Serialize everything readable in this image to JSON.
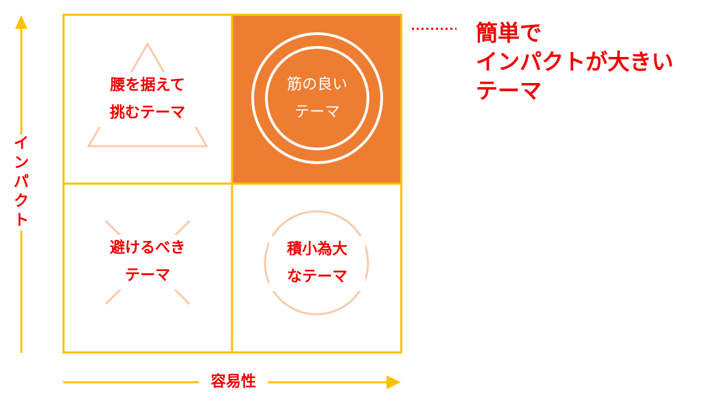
{
  "colors": {
    "grid_border": "#ffc000",
    "highlight_fill": "#ed7d31",
    "text_red": "#f00000",
    "shape_stroke": "#f8cbad",
    "white": "#ffffff"
  },
  "axes": {
    "y_label": [
      "イ",
      "ン",
      "パ",
      "ク",
      "ト"
    ],
    "x_label": "容易性"
  },
  "quadrants": {
    "top_left": {
      "lines": [
        "腰を据えて",
        "挑むテーマ"
      ],
      "shape": "triangle-icon"
    },
    "top_right": {
      "lines": [
        "筋の良い",
        "テーマ"
      ],
      "shape": "double-circle-icon",
      "highlighted": true
    },
    "bottom_left": {
      "lines": [
        "避けるべき",
        "テーマ"
      ],
      "shape": "cross-icon"
    },
    "bottom_right": {
      "lines": [
        "積小為大",
        "なテーマ"
      ],
      "shape": "circle-icon"
    }
  },
  "callout": {
    "lines": [
      "簡単で",
      "インパクトが大きい",
      "テーマ"
    ]
  }
}
